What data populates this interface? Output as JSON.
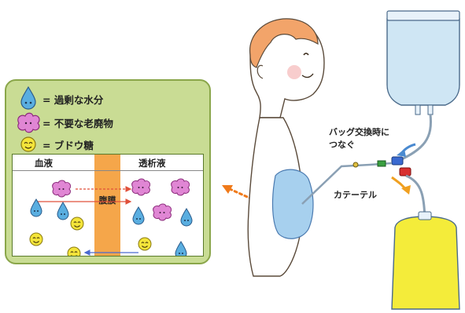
{
  "legend": {
    "water_label": "= 過剰な水分",
    "waste_label": "= 不要な老廃物",
    "glucose_label": "= ブドウ糖"
  },
  "diagram": {
    "blood_header": "血液",
    "dialysate_header": "透析液",
    "membrane_label": "腹膜"
  },
  "labels": {
    "bag_exchange": "バッグ交換時に",
    "connect": "つなぐ",
    "catheter": "カテーテル"
  },
  "colors": {
    "panel_green": "#c9dc94",
    "water_blue": "#5aaee0",
    "waste_purple": "#d86cc8",
    "glucose_yellow": "#f3e43a",
    "membrane_orange": "#f5a64a",
    "bag_blue": "#cfe6f4",
    "bag_yellow": "#f4ec3a"
  }
}
